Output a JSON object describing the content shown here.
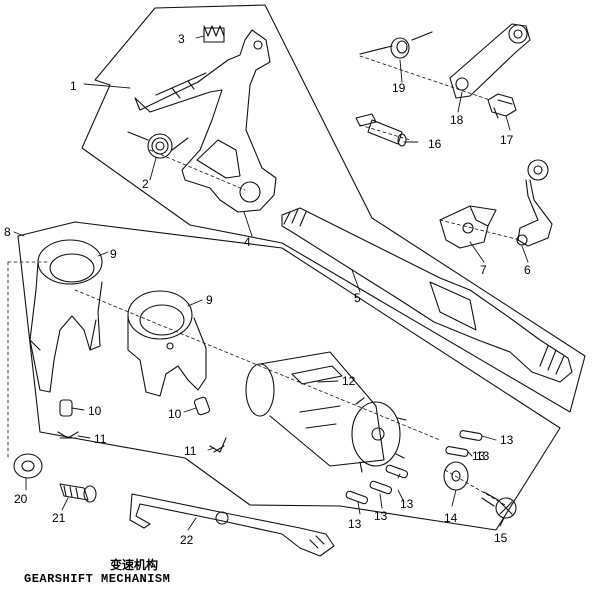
{
  "title_cn": "变速机构",
  "title_en": "GEARSHIFT MECHANISM",
  "callouts": [
    "1",
    "2",
    "3",
    "4",
    "5",
    "6",
    "7",
    "8",
    "9",
    "9",
    "10",
    "10",
    "11",
    "11",
    "12",
    "13",
    "13",
    "13",
    "13",
    "13",
    "13",
    "14",
    "15",
    "16",
    "17",
    "18",
    "19",
    "20",
    "21",
    "22"
  ]
}
